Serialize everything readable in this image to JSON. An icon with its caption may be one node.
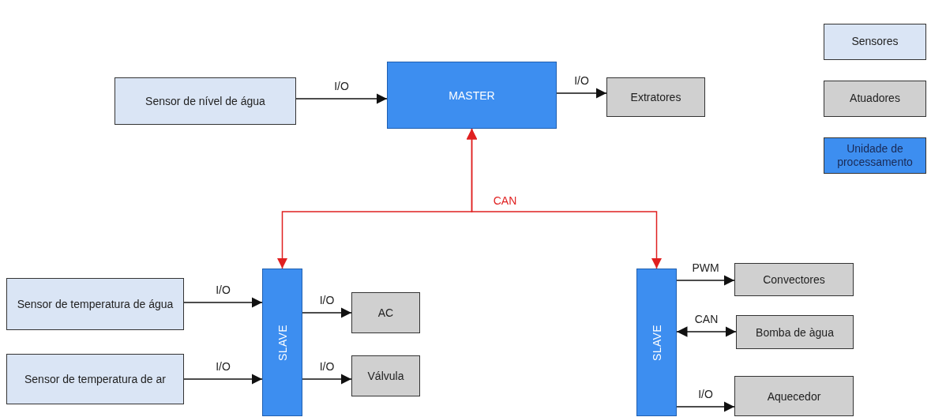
{
  "diagram": {
    "nodes": [
      {
        "text": [
          "Sensor de nível de água"
        ]
      },
      {
        "text": [
          "MASTER"
        ]
      },
      {
        "text": [
          "Extratores"
        ]
      },
      {
        "text": [
          "SLAVE"
        ]
      },
      {
        "text": [
          "SLAVE"
        ]
      },
      {
        "text": [
          "Sensor de temperatura de água"
        ]
      },
      {
        "text": [
          "Sensor de temperatura de ar"
        ]
      },
      {
        "text": [
          "AC"
        ]
      },
      {
        "text": [
          "Válvula"
        ]
      },
      {
        "text": [
          "Convectores"
        ]
      },
      {
        "text": [
          "Bomba de àgua"
        ]
      },
      {
        "text": [
          "Aquecedor"
        ]
      }
    ],
    "edges": [
      {
        "from": 0,
        "to": 1,
        "arrow": "to",
        "label": "I/O"
      },
      {
        "from": 1,
        "to": 2,
        "arrow": "to",
        "label": "I/O"
      },
      {
        "from": 1,
        "to": 3,
        "arrow": "both",
        "color": "#e02020"
      },
      {
        "from": 1,
        "to": 4,
        "arrow": "both",
        "color": "#e02020",
        "label": "CAN"
      },
      {
        "from": 5,
        "to": 3,
        "arrow": "to",
        "label": "I/O"
      },
      {
        "from": 6,
        "to": 3,
        "arrow": "to",
        "label": "I/O"
      },
      {
        "from": 3,
        "to": 7,
        "arrow": "to",
        "label": "I/O"
      },
      {
        "from": 3,
        "to": 8,
        "arrow": "to",
        "label": "I/O"
      },
      {
        "from": 4,
        "to": 9,
        "arrow": "to",
        "label": "PWM"
      },
      {
        "from": 4,
        "to": 10,
        "arrow": "both",
        "label": "CAN"
      },
      {
        "from": 4,
        "to": 11,
        "arrow": "to",
        "label": "I/O"
      }
    ],
    "legend": [
      {
        "text": "Sensores",
        "color": "#dae5f5"
      },
      {
        "text": "Atuadores",
        "color": "#d0d0d0"
      },
      {
        "text": "Unidade de processamento",
        "color": "#3d8ef0"
      }
    ]
  }
}
